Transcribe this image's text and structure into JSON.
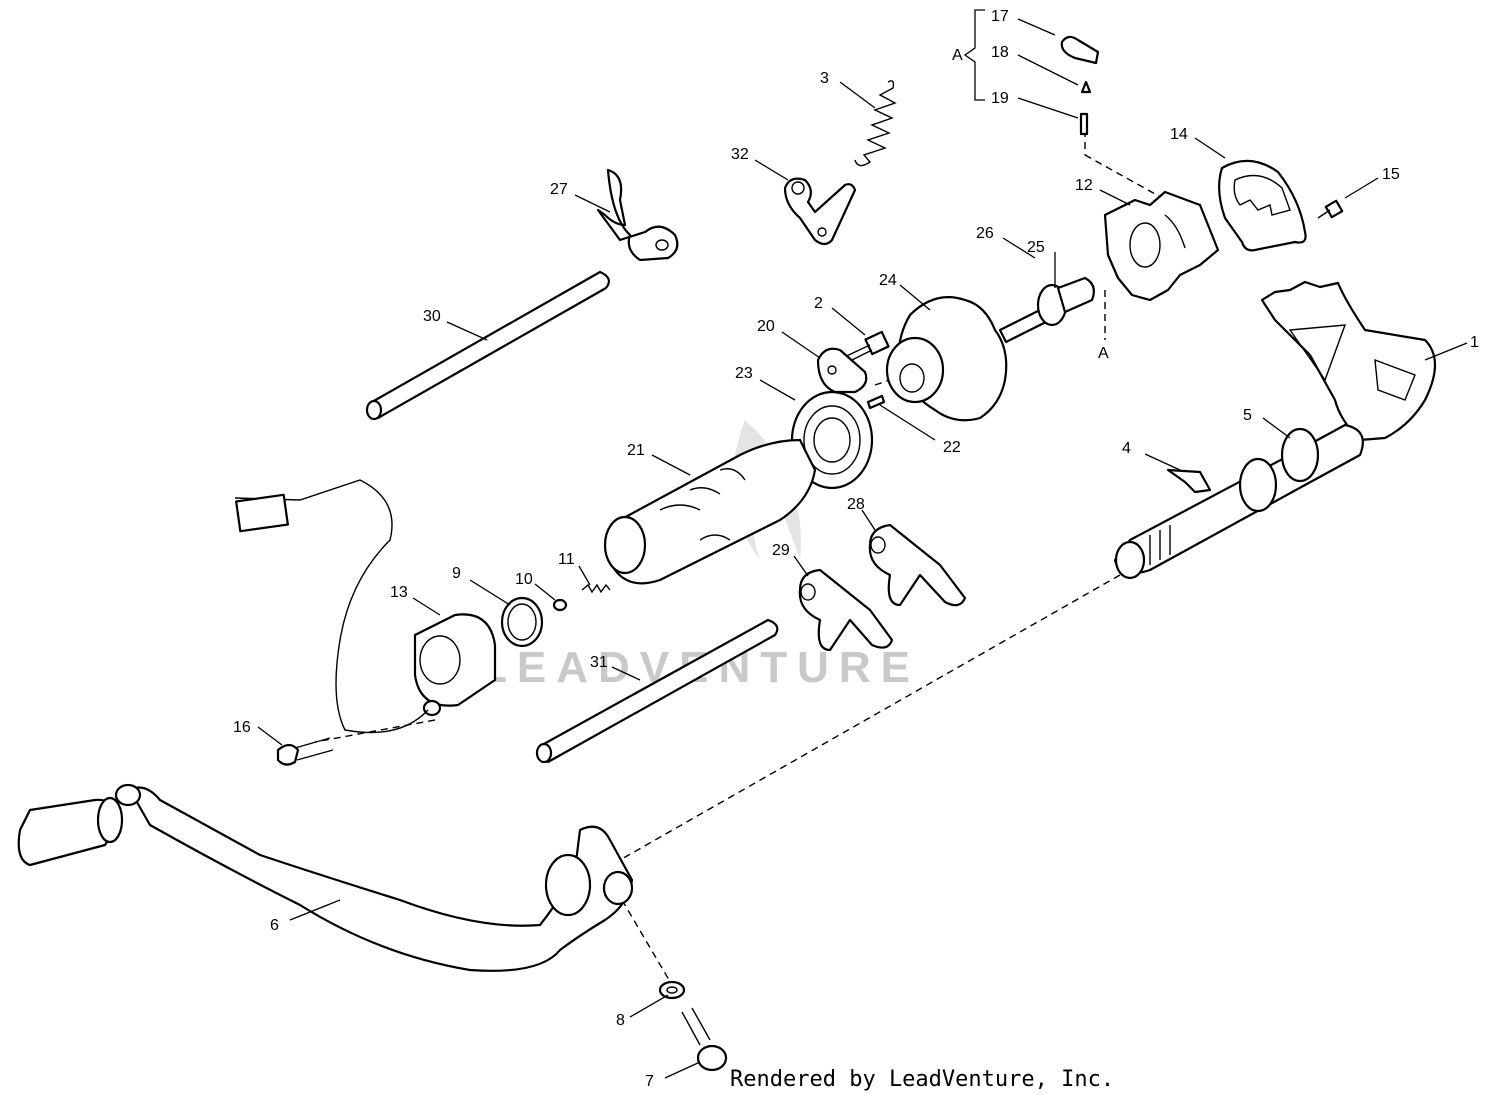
{
  "diagram": {
    "watermark": "LEADVENTURE",
    "credit": "Rendered by LeadVenture, Inc.",
    "colors": {
      "ink": "#000000",
      "paper": "#ffffff",
      "watermark": "#c9c9c9"
    },
    "callouts": {
      "1": "1",
      "2": "2",
      "3": "3",
      "4": "4",
      "5": "5",
      "6": "6",
      "7": "7",
      "8": "8",
      "9": "9",
      "10": "10",
      "11": "11",
      "12": "12",
      "13": "13",
      "14": "14",
      "15": "15",
      "16": "16",
      "17": "17",
      "18": "18",
      "19": "19",
      "20": "20",
      "21": "21",
      "22": "22",
      "23": "23",
      "24": "24",
      "25": "25",
      "26": "26",
      "27": "27",
      "28": "28",
      "29": "29",
      "30": "30",
      "31": "31",
      "32": "32"
    },
    "group_label": "A",
    "ref_label": "A"
  }
}
